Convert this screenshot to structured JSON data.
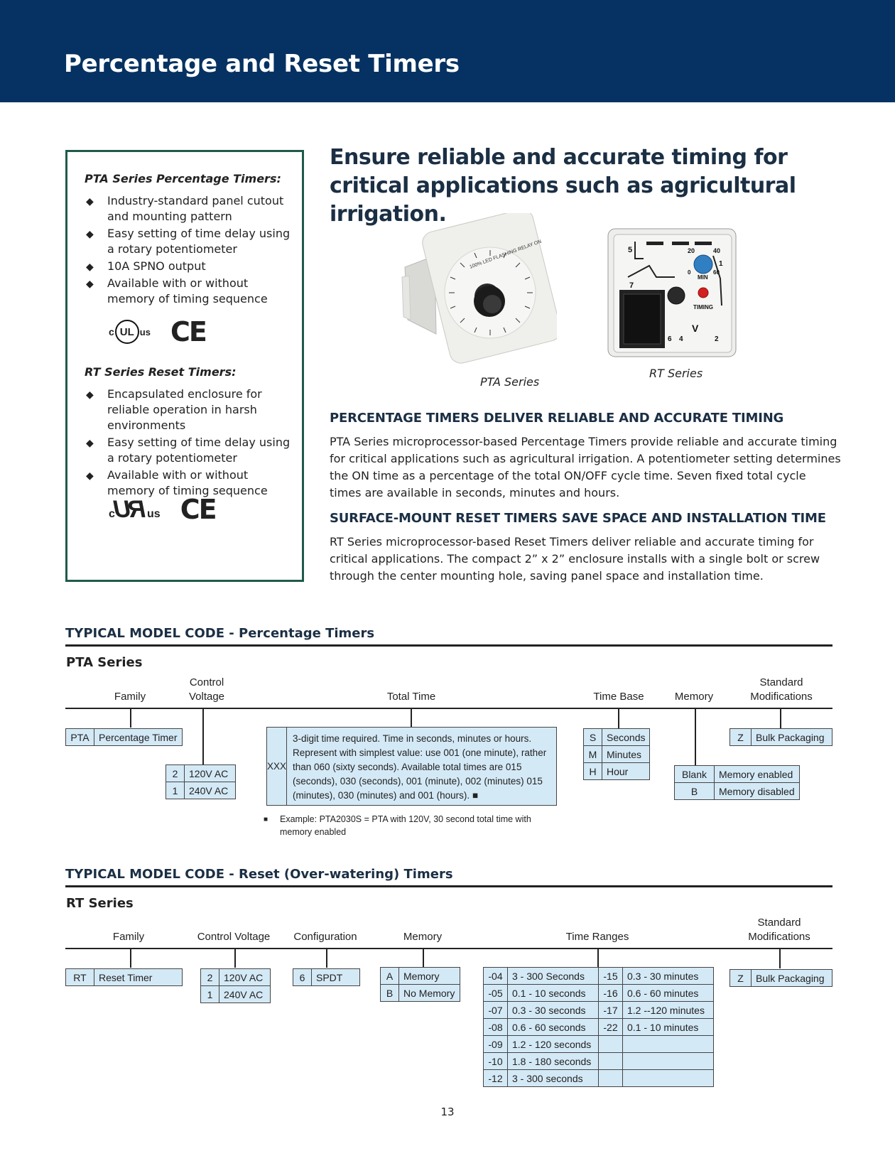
{
  "header": {
    "title": "Percentage and Reset Timers"
  },
  "sidebar": {
    "pta": {
      "heading": "PTA Series Percentage Timers:",
      "items": [
        "Industry-standard panel cutout and mounting pattern",
        "Easy setting of time delay using a rotary potentiometer",
        "10A SPNO output",
        "Available with or without memory of timing sequence"
      ],
      "cert_ul_c": "c",
      "cert_ul_mark": "UL",
      "cert_ul_us": "us",
      "cert_ce": "CE"
    },
    "rt": {
      "heading": "RT Series Reset Timers:",
      "items": [
        "Encapsulated enclosure for reliable operation in harsh environments",
        "Easy setting of time delay using a rotary potentiometer",
        "Available with or without memory of timing sequence"
      ],
      "cert_ur_c": "c",
      "cert_ur_mark": "RU",
      "cert_ur_us": "us",
      "cert_ce": "CE"
    },
    "bullet": "◆"
  },
  "intro": {
    "heading": "Ensure reliable and accurate timing for critical applications such as agricultural irrigation.",
    "products": [
      {
        "caption": "PTA Series"
      },
      {
        "caption": "RT Series"
      }
    ],
    "rt_face": {
      "n5": "5",
      "n7": "7",
      "n20": "20",
      "n40": "40",
      "n0": "0",
      "n60": "60",
      "n1": "1",
      "min": "MIN",
      "timing": "TIMING",
      "n6": "6",
      "n4": "4",
      "v": "V",
      "n2": "2"
    },
    "pta_face": {
      "label": "100% LED FLASHING RELAY ON"
    }
  },
  "sections": [
    {
      "heading": "PERCENTAGE TIMERS DELIVER RELIABLE AND ACCURATE TIMING",
      "body": "PTA Series microprocessor-based Percentage Timers provide reliable and accurate timing for critical applications such as agricultural irrigation.  A potentiometer setting determines the ON time as a percentage of the total ON/OFF cycle time. Seven fixed total cycle times are available in seconds, minutes and hours."
    },
    {
      "heading": "SURFACE-MOUNT RESET TIMERS SAVE SPACE AND INSTALLATION TIME",
      "body": "RT Series microprocessor-based Reset Timers deliver reliable and accurate timing for critical applications. The compact 2” x 2” enclosure installs with a single bolt or screw through the center mounting hole, saving panel space and installation time."
    }
  ],
  "pta_code": {
    "heading": "TYPICAL MODEL CODE - Percentage Timers",
    "series": "PTA Series",
    "columns": {
      "family": "Family",
      "control_voltage_1": "Control",
      "control_voltage_2": "Voltage",
      "total_time": "Total Time",
      "time_base": "Time Base",
      "memory": "Memory",
      "standard_mod_1": "Standard",
      "standard_mod_2": "Modifications"
    },
    "family": [
      {
        "code": "PTA",
        "desc": "Percentage Timer"
      }
    ],
    "voltage": [
      {
        "code": "2",
        "desc": "120V AC"
      },
      {
        "code": "1",
        "desc": "240V AC"
      }
    ],
    "total_time": {
      "code": "XXX",
      "desc": "3-digit time required. Time in seconds, minutes or hours. Represent with simplest value: use 001 (one minute), rather than 060 (sixty seconds). Available total times are 015 (seconds), 030 (seconds), 001 (minute), 002 (minutes) 015 (minutes), 030 (minutes) and 001 (hours). ■"
    },
    "time_base": [
      {
        "code": "S",
        "desc": "Seconds"
      },
      {
        "code": "M",
        "desc": "Minutes"
      },
      {
        "code": "H",
        "desc": "Hour"
      }
    ],
    "memory": [
      {
        "code": "Blank",
        "desc": "Memory enabled"
      },
      {
        "code": "B",
        "desc": "Memory disabled"
      }
    ],
    "modifications": [
      {
        "code": "Z",
        "desc": "Bulk Packaging"
      }
    ],
    "example_mark": "■",
    "example": "Example: PTA2030S = PTA with 120V, 30 second total time with memory enabled"
  },
  "rt_code": {
    "heading": "TYPICAL MODEL CODE - Reset (Over-watering) Timers",
    "series": "RT Series",
    "columns": {
      "family": "Family",
      "control_voltage": "Control Voltage",
      "configuration": "Configuration",
      "memory": "Memory",
      "time_ranges": "Time Ranges",
      "standard_mod_1": "Standard",
      "standard_mod_2": "Modifications"
    },
    "family": [
      {
        "code": "RT",
        "desc": "Reset Timer"
      }
    ],
    "voltage": [
      {
        "code": "2",
        "desc": "120V AC"
      },
      {
        "code": "1",
        "desc": "240V AC"
      }
    ],
    "configuration": [
      {
        "code": "6",
        "desc": "SPDT"
      }
    ],
    "memory": [
      {
        "code": "A",
        "desc": "Memory"
      },
      {
        "code": "B",
        "desc": "No Memory"
      }
    ],
    "time_ranges": [
      {
        "code": "-04",
        "desc": "3 - 300 Seconds",
        "code2": "-15",
        "desc2": "0.3 - 30 minutes"
      },
      {
        "code": "-05",
        "desc": "0.1 - 10 seconds",
        "code2": "-16",
        "desc2": "0.6 - 60 minutes"
      },
      {
        "code": "-07",
        "desc": "0.3 - 30 seconds",
        "code2": "-17",
        "desc2": "1.2 --120 minutes"
      },
      {
        "code": "-08",
        "desc": "0.6 - 60 seconds",
        "code2": "-22",
        "desc2": "0.1 - 10 minutes"
      },
      {
        "code": "-09",
        "desc": "1.2 - 120 seconds",
        "code2": "",
        "desc2": ""
      },
      {
        "code": "-10",
        "desc": "1.8 - 180 seconds",
        "code2": "",
        "desc2": ""
      },
      {
        "code": "-12",
        "desc": "3  - 300 seconds",
        "code2": "",
        "desc2": ""
      }
    ],
    "modifications": [
      {
        "code": "Z",
        "desc": "Bulk Packaging"
      }
    ]
  },
  "page_number": "13"
}
